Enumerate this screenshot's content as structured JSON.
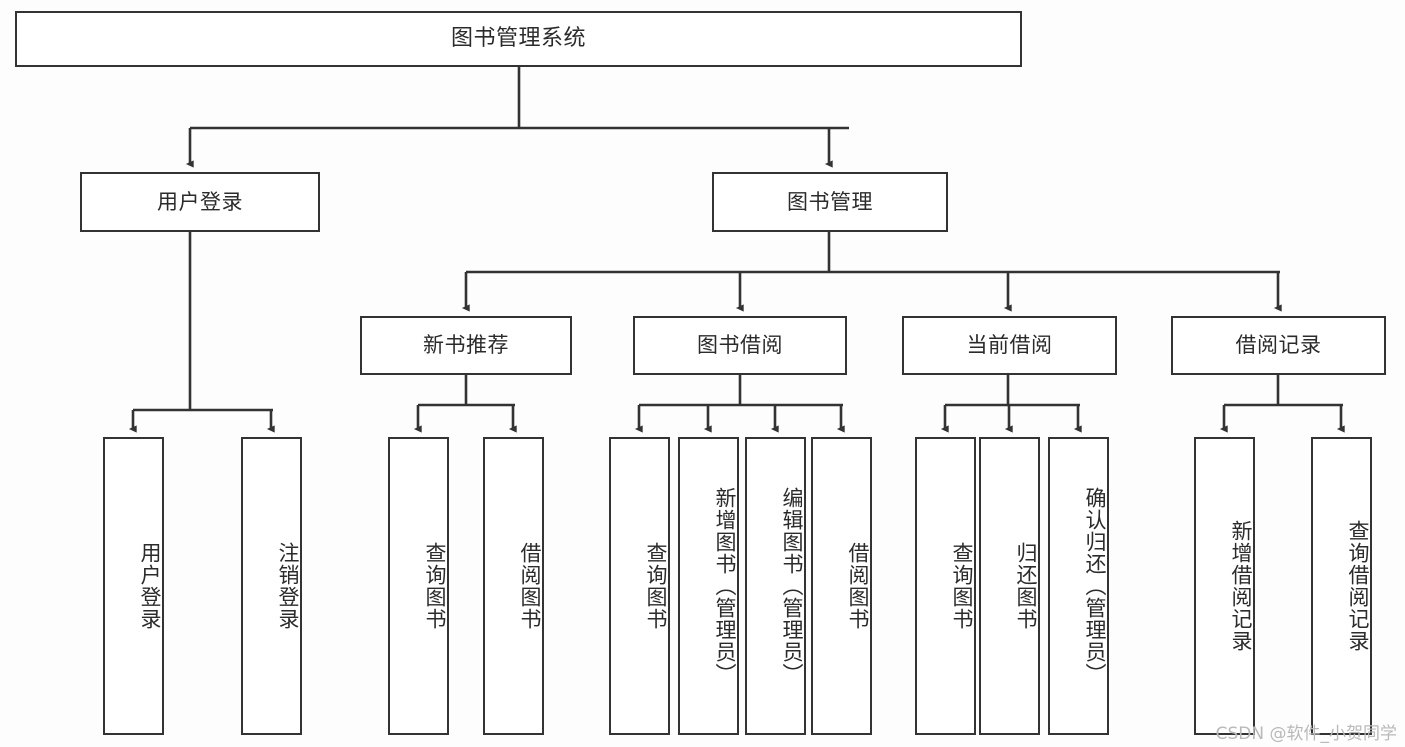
{
  "diagram": {
    "type": "tree-hierarchy",
    "title": "图书管理系统",
    "orientation": "top-down",
    "colors": {
      "background": "#fdfdfd",
      "node_fill": "#ffffff",
      "stroke": "#333333",
      "text": "#2b2b2b",
      "watermark": "#b9b9b9"
    },
    "watermark": "CSDN @软件_小贺同学",
    "levels": [
      {
        "level": 0,
        "nodes": [
          {
            "id": "root",
            "label": "图书管理系统",
            "orientation": "horizontal"
          }
        ]
      },
      {
        "level": 1,
        "nodes": [
          {
            "id": "login",
            "label": "用户登录",
            "orientation": "horizontal",
            "parent": "root"
          },
          {
            "id": "bookmgmt",
            "label": "图书管理",
            "orientation": "horizontal",
            "parent": "root"
          }
        ]
      },
      {
        "level": 2,
        "nodes": [
          {
            "id": "newbook",
            "label": "新书推荐",
            "orientation": "horizontal",
            "parent": "bookmgmt"
          },
          {
            "id": "borrow",
            "label": "图书借阅",
            "orientation": "horizontal",
            "parent": "bookmgmt"
          },
          {
            "id": "current",
            "label": "当前借阅",
            "orientation": "horizontal",
            "parent": "bookmgmt"
          },
          {
            "id": "record",
            "label": "借阅记录",
            "orientation": "horizontal",
            "parent": "bookmgmt"
          }
        ]
      },
      {
        "level": 3,
        "nodes": [
          {
            "id": "leaf-login-1",
            "label": "用户登录",
            "orientation": "vertical",
            "parent": "login"
          },
          {
            "id": "leaf-login-2",
            "label": "注销登录",
            "orientation": "vertical",
            "parent": "login"
          },
          {
            "id": "leaf-newbook-1",
            "label": "查询图书",
            "orientation": "vertical",
            "parent": "newbook"
          },
          {
            "id": "leaf-newbook-2",
            "label": "借阅图书",
            "orientation": "vertical",
            "parent": "newbook"
          },
          {
            "id": "leaf-borrow-1",
            "label": "查询图书",
            "orientation": "vertical",
            "parent": "borrow"
          },
          {
            "id": "leaf-borrow-2",
            "label": "新增图书（管理员）",
            "orientation": "vertical",
            "parent": "borrow"
          },
          {
            "id": "leaf-borrow-3",
            "label": "编辑图书（管理员）",
            "orientation": "vertical",
            "parent": "borrow"
          },
          {
            "id": "leaf-borrow-4",
            "label": "借阅图书",
            "orientation": "vertical",
            "parent": "borrow"
          },
          {
            "id": "leaf-current-1",
            "label": "查询图书",
            "orientation": "vertical",
            "parent": "current"
          },
          {
            "id": "leaf-current-2",
            "label": "归还图书",
            "orientation": "vertical",
            "parent": "current"
          },
          {
            "id": "leaf-current-3",
            "label": "确认归还（管理员）",
            "orientation": "vertical",
            "parent": "current"
          },
          {
            "id": "leaf-record-1",
            "label": "新增借阅记录",
            "orientation": "vertical",
            "parent": "record"
          },
          {
            "id": "leaf-record-2",
            "label": "查询借阅记录",
            "orientation": "vertical",
            "parent": "record"
          }
        ]
      }
    ]
  }
}
